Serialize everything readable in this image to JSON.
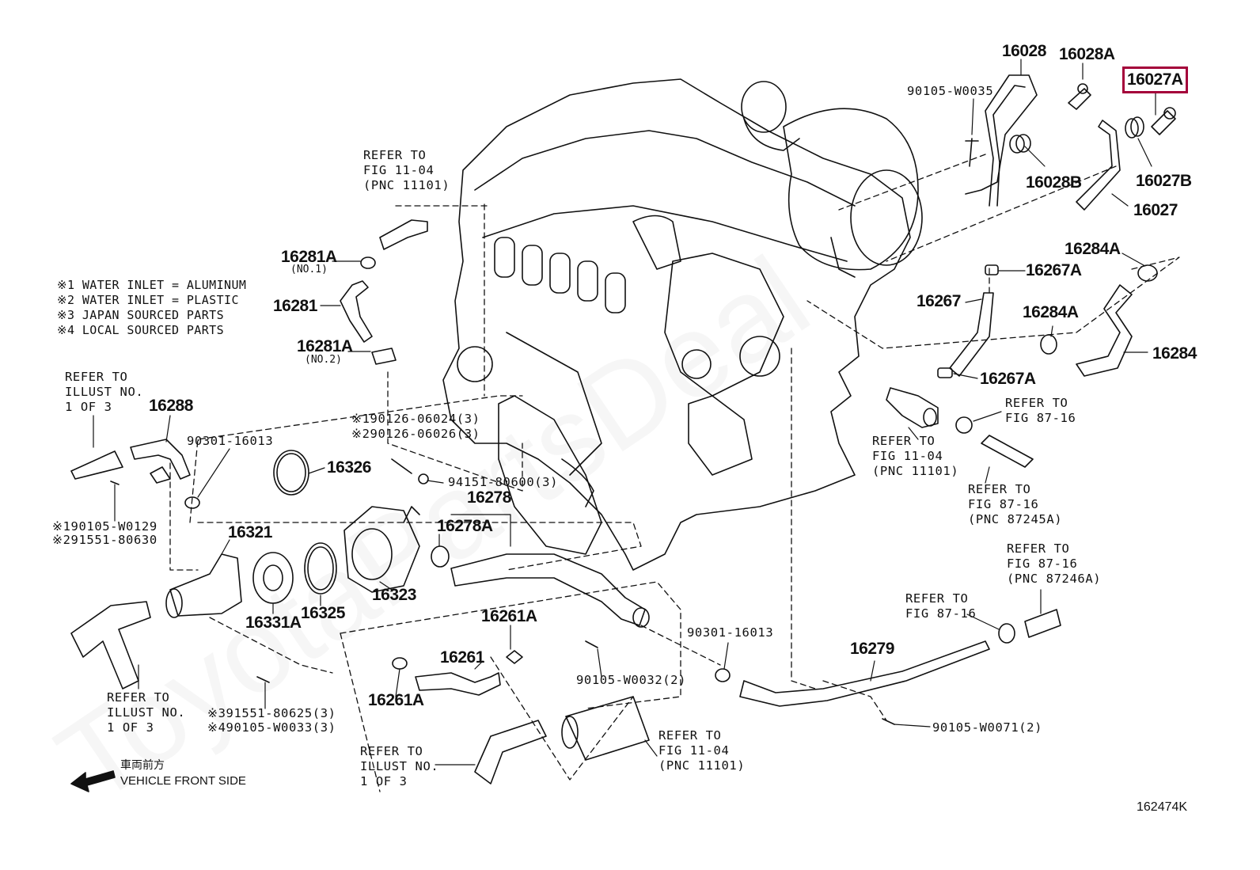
{
  "parts": {
    "p16028": "16028",
    "p16028A": "16028A",
    "p16027A": "16027A",
    "p90105_W0035": "90105-W0035",
    "p16028B": "16028B",
    "p16027B": "16027B",
    "p16027": "16027",
    "p16284A_1": "16284A",
    "p16267A_1": "16267A",
    "p16267": "16267",
    "p16284A_2": "16284A",
    "p16284": "16284",
    "p16267A_2": "16267A",
    "p16281A_1": "16281A",
    "p16281A_1_no": "(NO.1)",
    "p16281": "16281",
    "p16281A_2": "16281A",
    "p16281A_2_no": "(NO.2)",
    "p16288": "16288",
    "p90301_16013_a": "90301-16013",
    "p16326": "16326",
    "p19012606024": "※190126-06024(3)",
    "p29012606026": "※290126-06026(3)",
    "p94151_80600": "94151-80600(3)",
    "p16278": "16278",
    "p16278A": "16278A",
    "p190105_W0129": "※190105-W0129",
    "p291551_80630": "※291551-80630",
    "p16321": "16321",
    "p16331A": "16331A",
    "p16325": "16325",
    "p16323": "16323",
    "p16261A_1": "16261A",
    "p16261": "16261",
    "p16261A_2": "16261A",
    "p90301_16013_b": "90301-16013",
    "p90105_W0032": "90105-W0032(2)",
    "p391551_80625": "※391551-80625(3)",
    "p490105_W0033": "※490105-W0033(3)",
    "p16279": "16279",
    "p90105_W0071": "90105-W0071(2)",
    "diagram_id": "162474K"
  },
  "refs": {
    "r_fig1104_top": "REFER TO\nFIG 11-04\n(PNC 11101)",
    "r_illust_left": "REFER TO\nILLUST NO.\n1 OF 3",
    "r_fig1104_right": "REFER TO\nFIG 11-04\n(PNC 11101)",
    "r_fig8716_a": "REFER TO\nFIG 87-16",
    "r_fig8716_87245A": "REFER TO\nFIG 87-16\n(PNC 87245A)",
    "r_fig8716_87246A": "REFER TO\nFIG 87-16\n(PNC 87246A)",
    "r_fig8716_b": "REFER TO\nFIG 87-16",
    "r_illust_bottom_left": "REFER TO\nILLUST NO.\n1 OF 3",
    "r_illust_bottom_mid": "REFER TO\nILLUST NO.\n1 OF 3",
    "r_fig1104_bottom": "REFER TO\nFIG 11-04\n(PNC 11101)"
  },
  "notes": {
    "n1": "※1 WATER INLET = ALUMINUM",
    "n2": "※2 WATER INLET = PLASTIC",
    "n3": "※3 JAPAN SOURCED PARTS",
    "n4": "※4 LOCAL SOURCED PARTS"
  },
  "direction": {
    "jp": "車両前方",
    "en": "VEHICLE FRONT SIDE"
  },
  "highlight_color": "#a4003a"
}
